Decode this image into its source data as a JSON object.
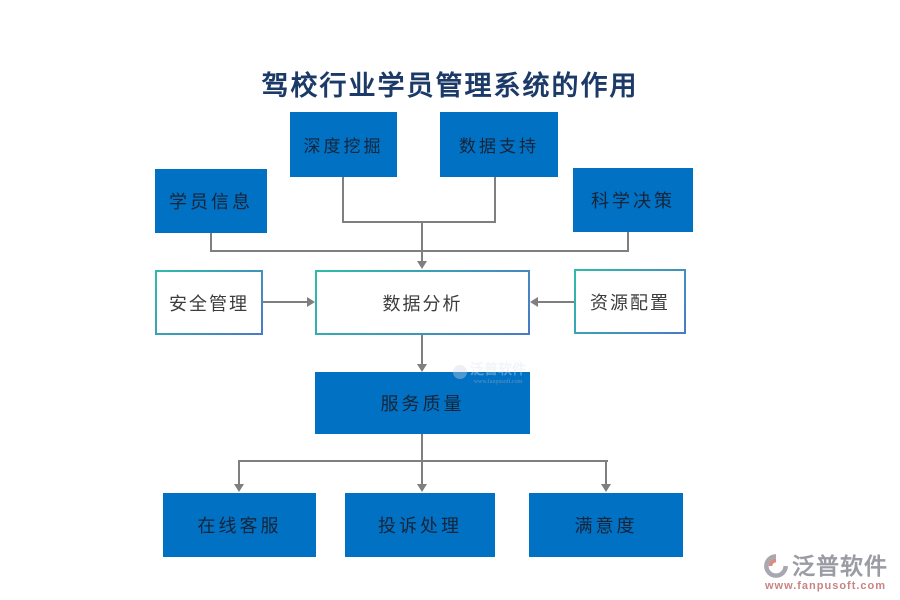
{
  "title": "驾校行业学员管理系统的作用",
  "nodes": {
    "deep_mining": {
      "label": "深度挖掘"
    },
    "data_support": {
      "label": "数据支持"
    },
    "student_info": {
      "label": "学员信息"
    },
    "scientific_decision": {
      "label": "科学决策"
    },
    "safety_management": {
      "label": "安全管理"
    },
    "data_analysis": {
      "label": "数据分析"
    },
    "resource_allocation": {
      "label": "资源配置"
    },
    "service_quality": {
      "label": "服务质量"
    },
    "online_service": {
      "label": "在线客服"
    },
    "complaint_handling": {
      "label": "投诉处理"
    },
    "satisfaction": {
      "label": "满意度"
    }
  },
  "edges": [
    {
      "from": "deep_mining",
      "to": "data_analysis"
    },
    {
      "from": "data_support",
      "to": "data_analysis"
    },
    {
      "from": "student_info",
      "to": "data_analysis"
    },
    {
      "from": "scientific_decision",
      "to": "data_analysis"
    },
    {
      "from": "safety_management",
      "to": "data_analysis"
    },
    {
      "from": "resource_allocation",
      "to": "data_analysis"
    },
    {
      "from": "data_analysis",
      "to": "service_quality"
    },
    {
      "from": "service_quality",
      "to": "online_service"
    },
    {
      "from": "service_quality",
      "to": "complaint_handling"
    },
    {
      "from": "service_quality",
      "to": "satisfaction"
    }
  ],
  "watermark": {
    "name": "泛普软件",
    "url": "www.fanpusoft.com"
  },
  "logo": {
    "name": "泛普软件",
    "url": "www.fanpusoft.com"
  },
  "colors": {
    "node_fill_blue": "#0171C3",
    "node_text_dark": "#16253A",
    "outline_text": "#3C3C3C",
    "outline_gradient_start": "#2FBCA8",
    "outline_gradient_end": "#4B79C8",
    "connector_gray": "#7F7F7F",
    "title_navy": "#1C3A68",
    "logo_gray": "#9B9BA3",
    "logo_red": "#C98383"
  }
}
